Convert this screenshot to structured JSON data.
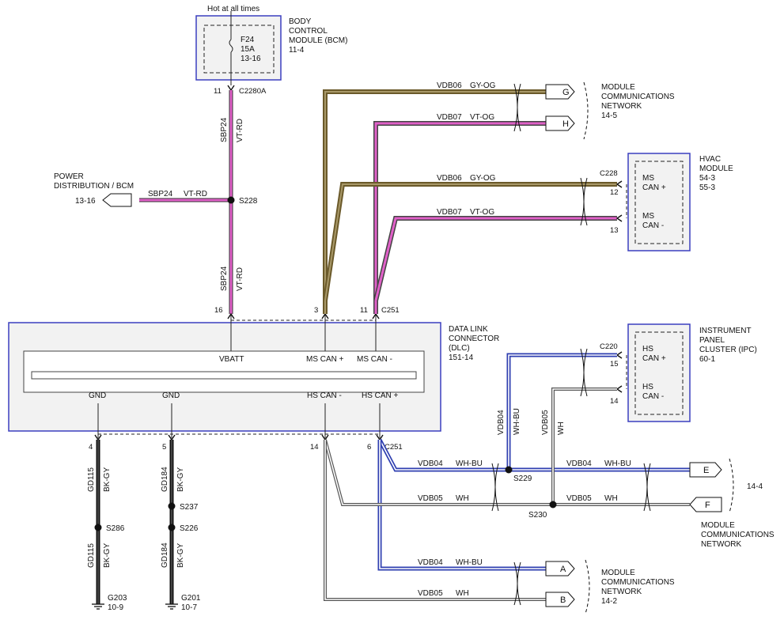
{
  "supply": {
    "label": "Hot at all times"
  },
  "bcm": {
    "fuse": [
      "F24",
      "15A",
      "13-16"
    ],
    "title": [
      "BODY",
      "CONTROL",
      "MODULE (BCM)",
      "11-4"
    ],
    "pin": "11",
    "connector": "C2280A"
  },
  "power_dist": {
    "title": [
      "POWER",
      "DISTRIBUTION / BCM"
    ],
    "ref": "13-16",
    "circuit": "SBP24",
    "color": "VT-RD"
  },
  "wires": {
    "sbp24": "SBP24",
    "vtrd": "VT-RD",
    "vdb06": "VDB06",
    "gyog": "GY-OG",
    "vdb07": "VDB07",
    "vtog": "VT-OG",
    "vdb04": "VDB04",
    "whbu": "WH-BU",
    "vdb05": "VDB05",
    "wh": "WH",
    "gd115": "GD115",
    "gd184": "GD184",
    "bkgy": "BK-GY"
  },
  "splices": {
    "s228": "S228",
    "s229": "S229",
    "s230": "S230",
    "s286": "S286",
    "s237": "S237",
    "s226": "S226"
  },
  "connectors": {
    "c251": "C251",
    "c228": "C228",
    "c220": "C220"
  },
  "dlc": {
    "title": [
      "DATA LINK",
      "CONNECTOR",
      "(DLC)",
      "151-14"
    ],
    "top_pins": [
      "16",
      "3",
      "11"
    ],
    "top_labels": [
      "VBATT",
      "MS CAN +",
      "MS CAN -"
    ],
    "bottom_labels": [
      "GND",
      "GND",
      "HS CAN -",
      "HS CAN +"
    ],
    "bottom_pins": [
      "4",
      "5",
      "14",
      "6"
    ]
  },
  "hvac": {
    "title": [
      "HVAC",
      "MODULE",
      "54-3",
      "55-3"
    ],
    "pins": [
      "12",
      "13"
    ],
    "can_plus": [
      "MS",
      "CAN +"
    ],
    "can_minus": [
      "MS",
      "CAN -"
    ]
  },
  "ipc": {
    "title": [
      "INSTRUMENT",
      "PANEL",
      "CLUSTER (IPC)",
      "60-1"
    ],
    "pins": [
      "15",
      "14"
    ],
    "can_plus": [
      "HS",
      "CAN +"
    ],
    "can_minus": [
      "HS",
      "CAN -"
    ]
  },
  "network_top": {
    "title": [
      "MODULE",
      "COMMUNICATIONS",
      "NETWORK",
      "14-5"
    ],
    "terminals": [
      "G",
      "H"
    ]
  },
  "network_mid": {
    "title": [
      "MODULE",
      "COMMUNICATIONS",
      "NETWORK"
    ],
    "ref": "14-4",
    "terminals": [
      "E",
      "F"
    ]
  },
  "network_bottom": {
    "title": [
      "MODULE",
      "COMMUNICATIONS",
      "NETWORK",
      "14-2"
    ],
    "terminals": [
      "A",
      "B"
    ]
  },
  "grounds": [
    {
      "name": "G203",
      "ref": "10-9"
    },
    {
      "name": "G201",
      "ref": "10-7"
    }
  ],
  "colors": {
    "module_border": "#3b3fbf",
    "module_fill": "#f2f2f2",
    "vtrd": "#e060c8",
    "gyog_outer": "#6b5a2a",
    "gyog_inner": "#a89868",
    "whbu": "#2f3fb0",
    "wh_outer": "#555555",
    "bkgy": "#111111"
  }
}
